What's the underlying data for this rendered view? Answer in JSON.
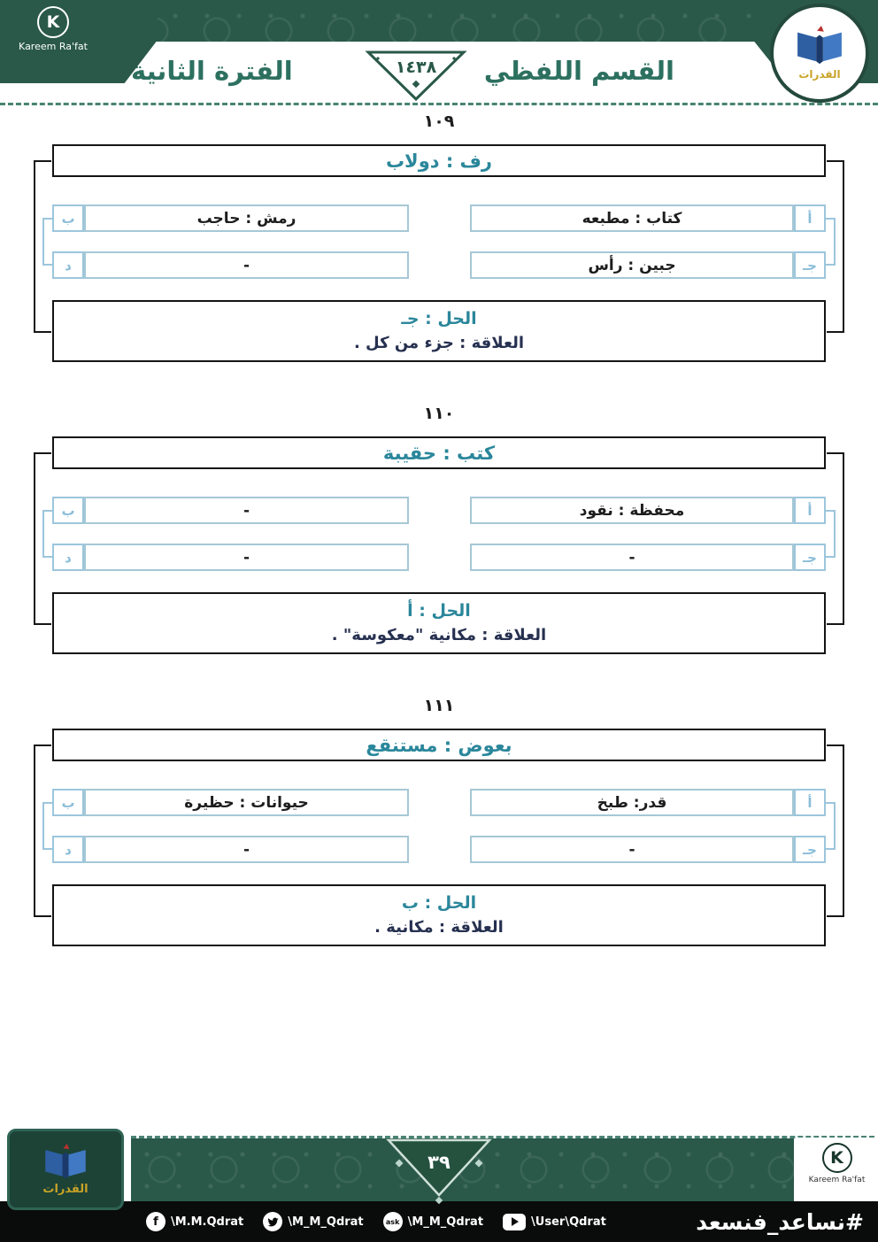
{
  "header": {
    "brand": {
      "initial": "K",
      "name": "Kareem Ra'fat"
    },
    "emblem_text": "القدرات",
    "section_title": "القسم اللفظي",
    "period_title": "الفترة الثانية",
    "year": "١٤٣٨"
  },
  "questions": [
    {
      "number": "١٠٩",
      "title": "رف : دولاب",
      "options": [
        {
          "label": "أ",
          "text": "كتاب : مطبعه"
        },
        {
          "label": "ب",
          "text": "رمش : حاجب"
        },
        {
          "label": "جـ",
          "text": "جبين : رأس"
        },
        {
          "label": "د",
          "text": "-"
        }
      ],
      "solution": "الحل : جـ",
      "relation": "العلاقة : جزء من كل ."
    },
    {
      "number": "١١٠",
      "title": "كتب : حقيبة",
      "options": [
        {
          "label": "أ",
          "text": "محفظة : نقود"
        },
        {
          "label": "ب",
          "text": "-"
        },
        {
          "label": "جـ",
          "text": "-"
        },
        {
          "label": "د",
          "text": "-"
        }
      ],
      "solution": "الحل : أ",
      "relation": "العلاقة : مكانية \"معكوسة\" ."
    },
    {
      "number": "١١١",
      "title": "بعوض : مستنقع",
      "options": [
        {
          "label": "أ",
          "text": "قدر: طبخ"
        },
        {
          "label": "ب",
          "text": "حيوانات : حظيرة"
        },
        {
          "label": "جـ",
          "text": "-"
        },
        {
          "label": "د",
          "text": "-"
        }
      ],
      "solution": "الحل : ب",
      "relation": "العلاقة : مكانية ."
    }
  ],
  "footer": {
    "page_number": "٣٩",
    "badge_text": "القدرات",
    "brand": {
      "initial": "K",
      "name": "Kareem Ra'fat"
    },
    "hashtag": "#نساعد_فنسعد",
    "socials": [
      {
        "name": "facebook",
        "glyph": "f",
        "handle": "\\M.M.Qdrat"
      },
      {
        "name": "twitter",
        "handle": "\\M_M_Qdrat"
      },
      {
        "name": "ask",
        "glyph": "ask",
        "handle": "\\M_M_Qdrat"
      },
      {
        "name": "youtube",
        "handle": "\\User\\Qdrat"
      }
    ]
  },
  "colors": {
    "dark_green": "#2a5949",
    "teal_heading": "#2d7060",
    "teal_accent": "#2b879b",
    "light_blue": "#9cc6dc",
    "relation_text": "#263050",
    "gold": "#c9a227",
    "bar_black": "#0a0b0b"
  }
}
